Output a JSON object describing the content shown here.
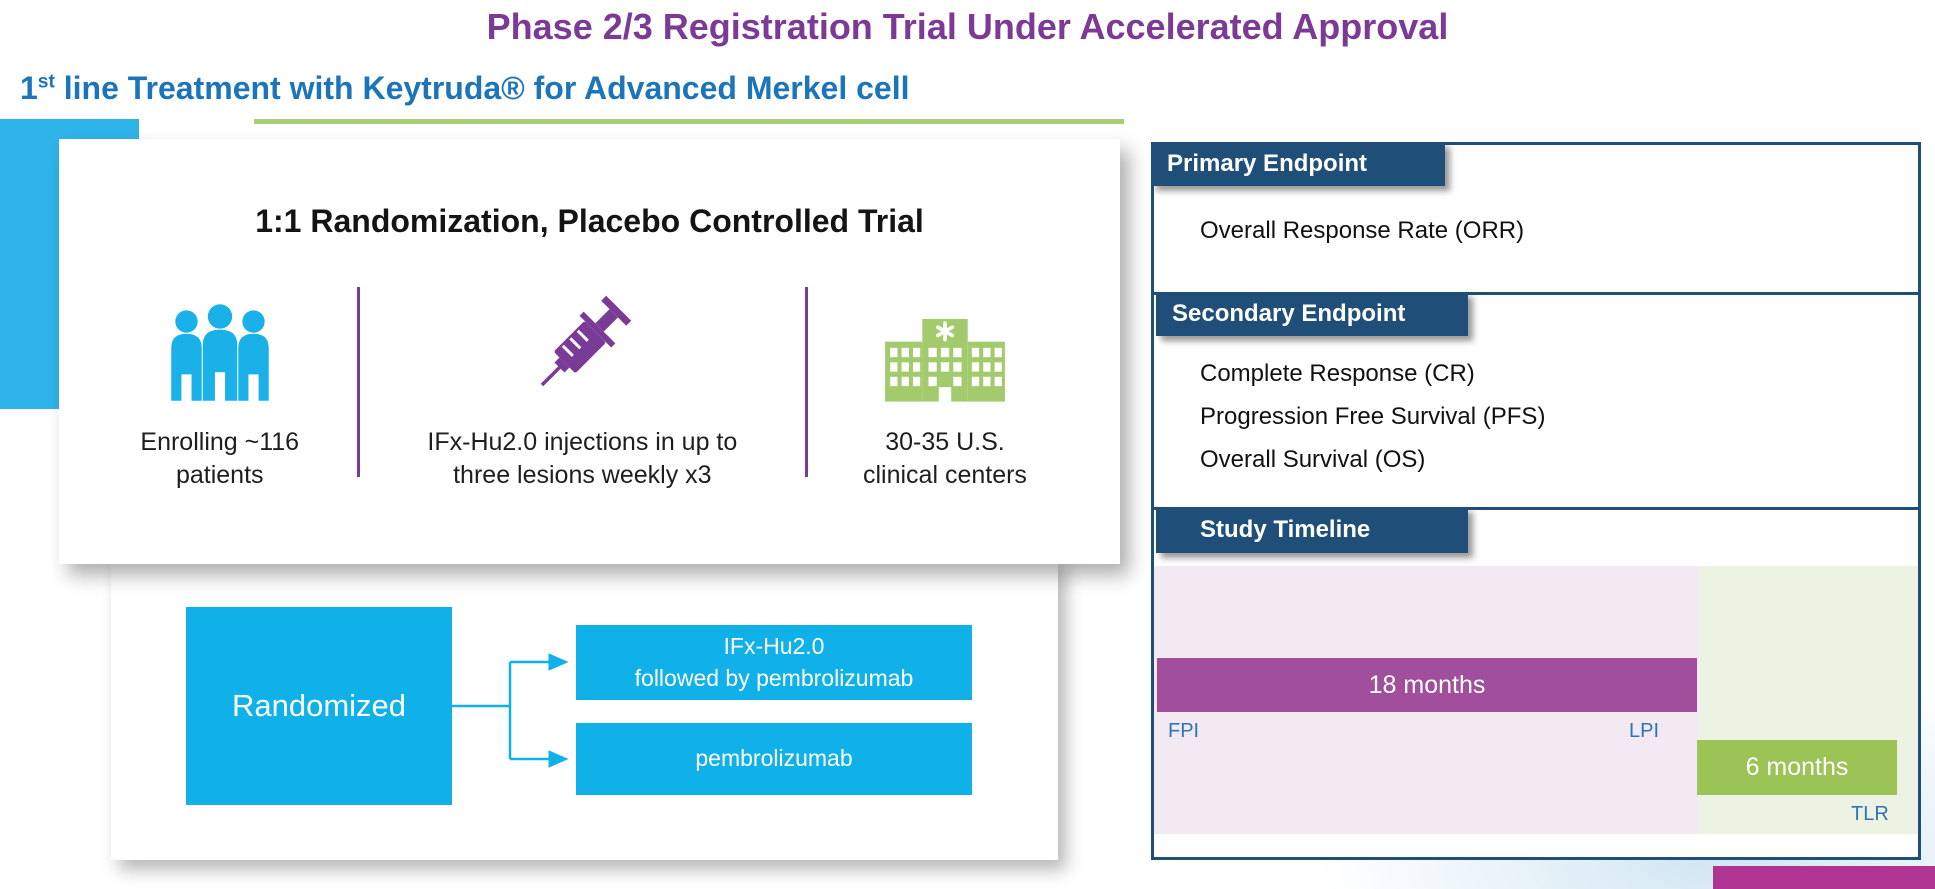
{
  "slide": {
    "title": "Phase 2/3 Registration Trial Under Accelerated Approval",
    "subtitle": {
      "prefix": "1",
      "superscript": "st",
      "rest": " line Treatment with Keytruda® for Advanced Merkel cell"
    }
  },
  "trial_card": {
    "heading": "1:1 Randomization, Placebo Controlled Trial",
    "features": [
      {
        "icon": "people-icon",
        "line1": "Enrolling ~116",
        "line2": "patients"
      },
      {
        "icon": "syringe-icon",
        "line1": "IFx-Hu2.0 injections in up to",
        "line2": "three lesions weekly x3"
      },
      {
        "icon": "hospital-icon",
        "line1": "30-35 U.S.",
        "line2": "clinical centers"
      }
    ]
  },
  "randomization_flow": {
    "source_label": "Randomized",
    "arms": [
      {
        "line1": "IFx-Hu2.0",
        "line2": "followed by pembrolizumab"
      },
      {
        "line1": "pembrolizumab"
      }
    ]
  },
  "endpoints_panel": {
    "sections": [
      {
        "tab": "Primary Endpoint",
        "items": [
          "Overall Response Rate (ORR)"
        ]
      },
      {
        "tab": "Secondary Endpoint",
        "items": [
          "Complete Response (CR)",
          "Progression Free Survival (PFS)",
          "Overall Survival (OS)"
        ]
      },
      {
        "tab": "Study Timeline",
        "items": []
      }
    ],
    "timeline": {
      "phase1": {
        "label": "18 months",
        "start_marker": "FPI",
        "end_marker": "LPI",
        "color": "#A14F9D"
      },
      "phase2": {
        "label": "6 months",
        "end_marker": "TLR",
        "color": "#9CC356"
      }
    }
  },
  "colors": {
    "title_purple": "#7C3A96",
    "subtitle_blue": "#1C74BB",
    "cyan": "#0FB1E8",
    "navy": "#1F4E79",
    "bar_purple": "#A14F9D",
    "bar_green": "#9CC356",
    "timeline_bg_purple": "#F3E9F3",
    "timeline_bg_green": "#ECF3E3",
    "icon_green": "#A3CB6E",
    "icon_purple": "#7A3B96",
    "divider_purple": "#7A3B96",
    "magenta_accent": "#B03492"
  }
}
